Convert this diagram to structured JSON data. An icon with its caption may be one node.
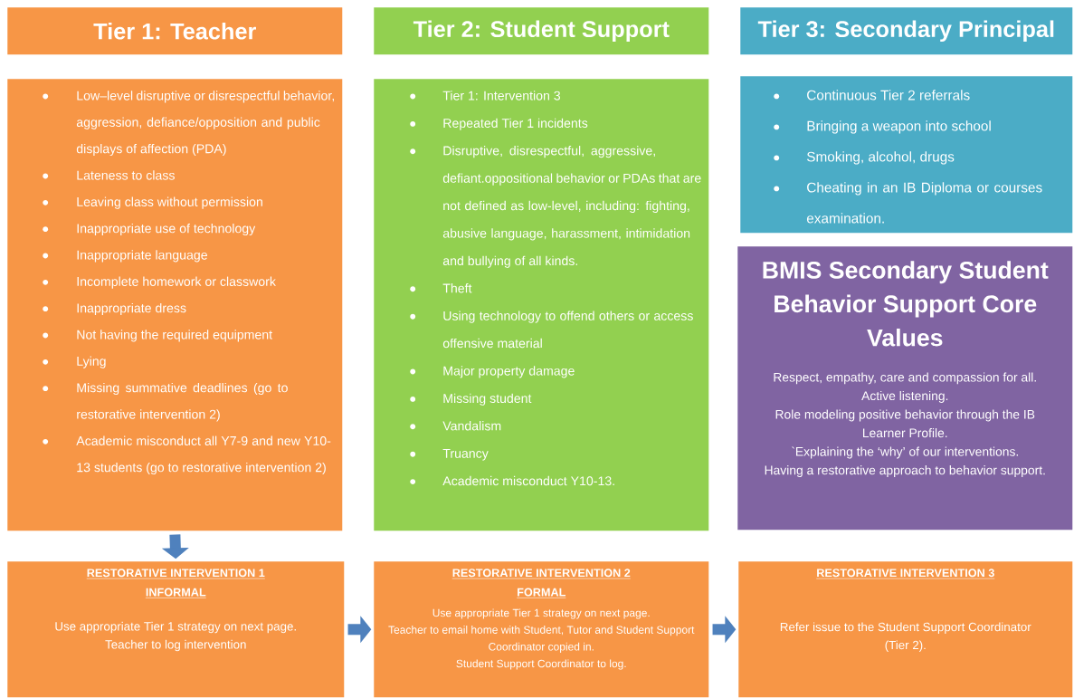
{
  "diagram": {
    "nodes": [
      {
        "text": [
          "Tier 1: Teacher"
        ]
      },
      {
        "text": [
          "Tier 2: Student Support"
        ]
      },
      {
        "text": [
          "Tier 3: Secondary Principal"
        ]
      },
      {
        "text": [
          "Low–level disruptive or disrespectful behavior, aggression, defiance/opposition and public displays of affection (PDA)",
          "Lateness to class",
          "Leaving class without permission",
          "Inappropriate use of technology",
          "Inappropriate language",
          "Incomplete homework or classwork",
          "Inappropriate dress",
          "Not having the required equipment",
          "Lying",
          "Missing summative deadlines (go to restorative intervention 2)",
          "Academic misconduct all Y7-9 and new Y10-13 students (go to restorative intervention 2)"
        ]
      },
      {
        "text": [
          "Tier 1: Intervention 3",
          "Repeated Tier 1 incidents",
          "Disruptive, disrespectful, aggressive, defiant.oppositional behavior or PDAs that are not defined as low-level, including: fighting, abusive language, harassment, intimidation and bullying of all kinds.",
          "Theft",
          "Using technology to offend others or access offensive material",
          "Major property damage",
          "Missing student",
          "Vandalism",
          "Truancy",
          "Academic misconduct Y10-13."
        ]
      },
      {
        "text": [
          "Continuous Tier 2 referrals",
          "Bringing a weapon into school",
          "Smoking, alcohol, drugs",
          "Cheating in an IB Diploma or courses examination."
        ]
      },
      {
        "text": [
          "BMIS Secondary Student Behavior Support Core Values",
          "Respect, empathy, care and compassion for all.",
          "Active listening.",
          "Role modeling positive behavior through the IB Learner Profile.",
          "`Explaining the ‘why’ of our interventions.",
          "Having a restorative approach to behavior support."
        ]
      },
      {
        "text": [
          "RESTORATIVE INTERVENTION 1",
          "INFORMAL",
          "Use appropriate Tier 1 strategy on next page.",
          "Teacher to log intervention"
        ]
      },
      {
        "text": [
          "RESTORATIVE INTERVENTION 2",
          "FORMAL",
          "Use appropriate Tier 1 strategy on next page.",
          "Teacher to email home with Student, Tutor and Student Support Coordinator copied in.",
          "Student Support Coordinator to log."
        ]
      },
      {
        "text": [
          "RESTORATIVE INTERVENTION 3",
          "Refer issue to the Student Support Coordinator (Tier 2)."
        ]
      }
    ],
    "edges": [
      {
        "from": 3,
        "to": 7,
        "arrow": "to"
      },
      {
        "from": 7,
        "to": 8,
        "arrow": "to"
      },
      {
        "from": 8,
        "to": 9,
        "arrow": "to"
      }
    ]
  }
}
